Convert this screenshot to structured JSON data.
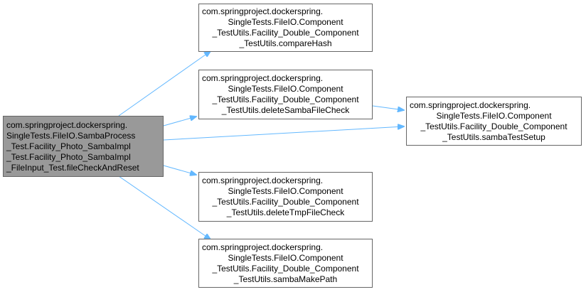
{
  "colors": {
    "edge": "#63b8ff",
    "root_fill": "#999999",
    "node_fill": "#ffffff",
    "node_border": "#666666"
  },
  "nodes": {
    "root": {
      "lines": [
        "com.springproject.dockerspring.",
        "SingleTests.FileIO.SambaProcess",
        "_Test.Facility_Photo_SambaImpl",
        "_Test.Facility_Photo_SambaImpl",
        "_FileInput_Test.fileCheckAndReset"
      ]
    },
    "compareHash": {
      "lines": [
        "com.springproject.dockerspring.",
        "SingleTests.FileIO.Component",
        "_TestUtils.Facility_Double_Component",
        "_TestUtils.compareHash"
      ]
    },
    "deleteSambaFileCheck": {
      "lines": [
        "com.springproject.dockerspring.",
        "SingleTests.FileIO.Component",
        "_TestUtils.Facility_Double_Component",
        "_TestUtils.deleteSambaFileCheck"
      ]
    },
    "sambaTestSetup": {
      "lines": [
        "com.springproject.dockerspring.",
        "SingleTests.FileIO.Component",
        "_TestUtils.Facility_Double_Component",
        "_TestUtils.sambaTestSetup"
      ]
    },
    "deleteTmpFileCheck": {
      "lines": [
        "com.springproject.dockerspring.",
        "SingleTests.FileIO.Component",
        "_TestUtils.Facility_Double_Component",
        "_TestUtils.deleteTmpFileCheck"
      ]
    },
    "sambaMakePath": {
      "lines": [
        "com.springproject.dockerspring.",
        "SingleTests.FileIO.Component",
        "_TestUtils.Facility_Double_Component",
        "_TestUtils.sambaMakePath"
      ]
    }
  },
  "edges": [
    {
      "from": "root",
      "to": "compareHash"
    },
    {
      "from": "root",
      "to": "deleteSambaFileCheck"
    },
    {
      "from": "root",
      "to": "sambaTestSetup"
    },
    {
      "from": "root",
      "to": "deleteTmpFileCheck"
    },
    {
      "from": "root",
      "to": "sambaMakePath"
    },
    {
      "from": "deleteSambaFileCheck",
      "to": "sambaTestSetup"
    }
  ]
}
